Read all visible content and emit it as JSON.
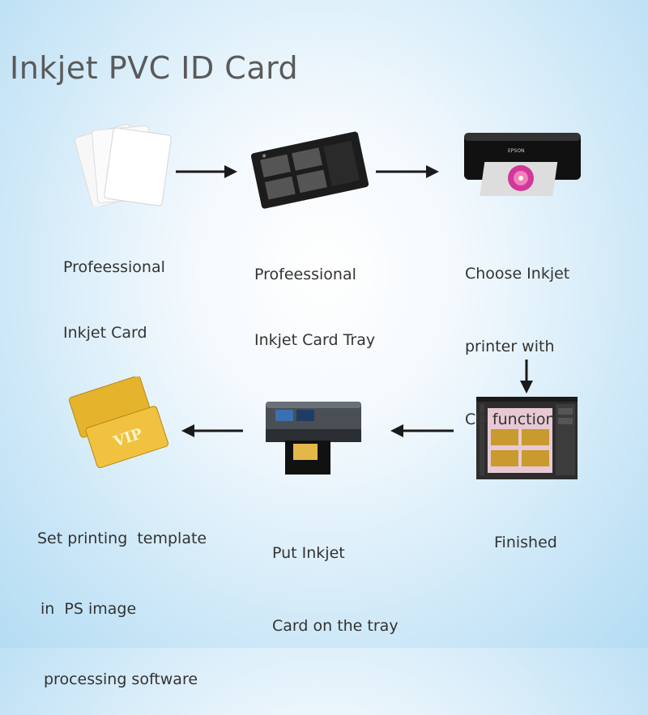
{
  "title": "Inkjet PVC ID Card",
  "steps": [
    {
      "lines": [
        "Profeessional",
        "Inkjet Card"
      ],
      "icon": "blank-cards"
    },
    {
      "lines": [
        "Profeessional",
        "Inkjet Card Tray"
      ],
      "icon": "card-tray"
    },
    {
      "lines": [
        "Choose Inkjet",
        "printer with",
        "CD function"
      ],
      "icon": "inkjet-printer",
      "printer_brand": "EPSON"
    },
    {
      "lines": [
        "Finished"
      ],
      "icon": "photoshop-screen"
    },
    {
      "lines": [
        "Put Inkjet",
        "Card on the tray"
      ],
      "icon": "printer-with-tray"
    },
    {
      "lines": [
        "Set printing  template",
        "in  PS image",
        "processing software"
      ],
      "icon": "vip-gold-cards",
      "card_text": "VIP"
    }
  ],
  "colors": {
    "arrow": "#1a1a1a",
    "gold": "#d9a520",
    "background": "#c9e6f7"
  }
}
